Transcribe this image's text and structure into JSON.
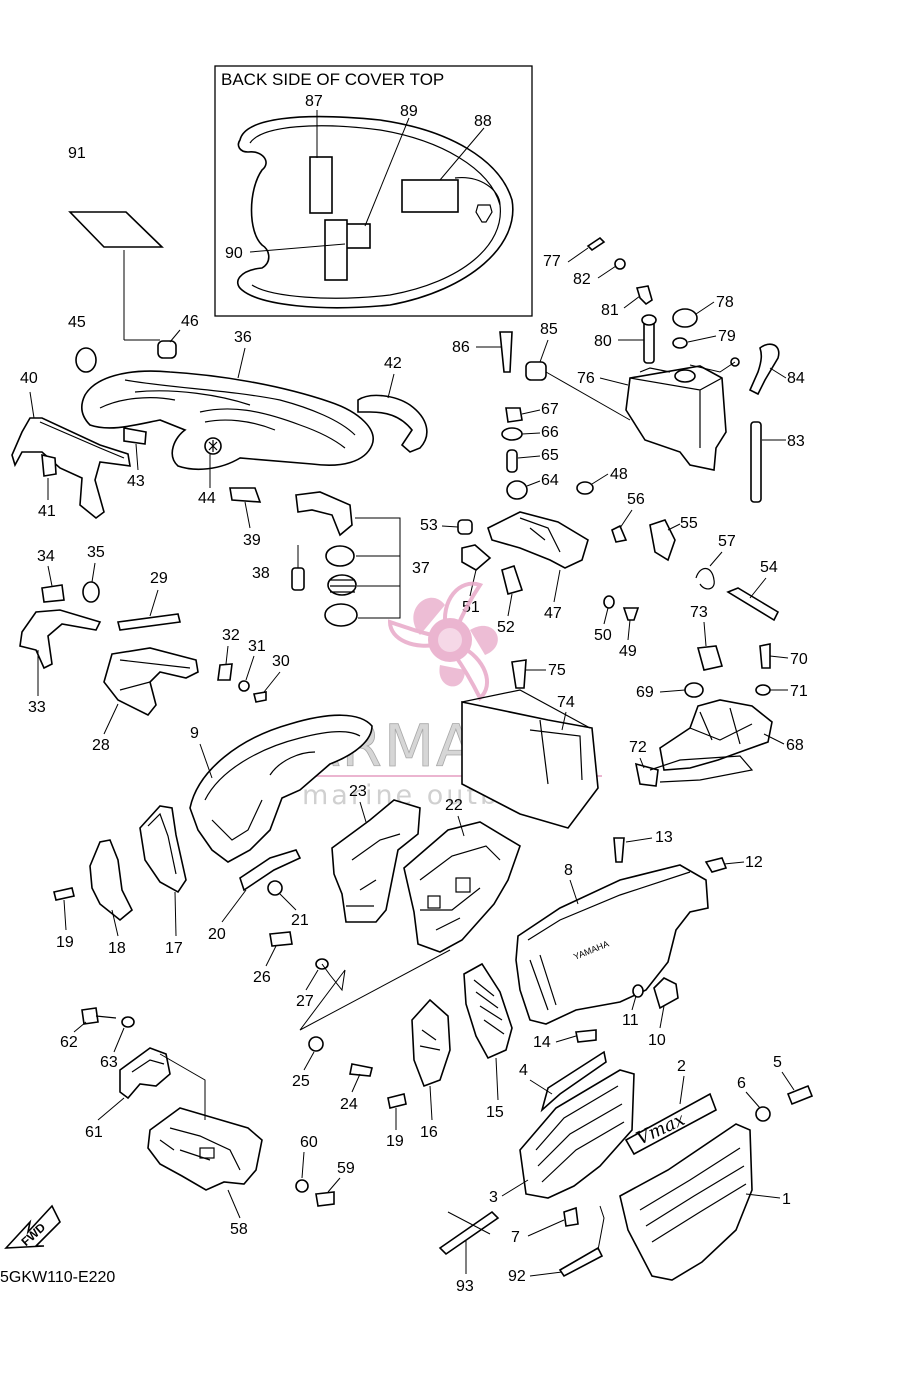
{
  "inset": {
    "title": "BACK SIDE OF COVER TOP"
  },
  "drawing_code": "5GKW110-E220",
  "fwd_arrow": "FWD",
  "watermark": {
    "brand": "ARMADA",
    "tagline": "marine outboards",
    "color": "#e8a9c8",
    "icon": "propeller-icon"
  },
  "brand_decal": "Vmax",
  "cowling_text": "YAMAHA",
  "part_numbers": {
    "p1": "1",
    "p2": "2",
    "p3": "3",
    "p4": "4",
    "p5": "5",
    "p6": "6",
    "p7": "7",
    "p8": "8",
    "p9": "9",
    "p10": "10",
    "p11": "11",
    "p12": "12",
    "p13": "13",
    "p14": "14",
    "p15": "15",
    "p16": "16",
    "p17": "17",
    "p18": "18",
    "p19a": "19",
    "p19b": "19",
    "p20": "20",
    "p21": "21",
    "p22": "22",
    "p23": "23",
    "p24": "24",
    "p25": "25",
    "p26": "26",
    "p27": "27",
    "p28": "28",
    "p29": "29",
    "p30": "30",
    "p31": "31",
    "p32": "32",
    "p33": "33",
    "p34": "34",
    "p35": "35",
    "p36": "36",
    "p37": "37",
    "p38": "38",
    "p39": "39",
    "p40": "40",
    "p41": "41",
    "p42": "42",
    "p43": "43",
    "p44": "44",
    "p45": "45",
    "p46": "46",
    "p47": "47",
    "p48": "48",
    "p49": "49",
    "p50": "50",
    "p51": "51",
    "p52": "52",
    "p53": "53",
    "p54": "54",
    "p55": "55",
    "p56": "56",
    "p57": "57",
    "p58": "58",
    "p59": "59",
    "p60": "60",
    "p61": "61",
    "p62": "62",
    "p63": "63",
    "p64": "64",
    "p65": "65",
    "p66": "66",
    "p67": "67",
    "p68": "68",
    "p69": "69",
    "p70": "70",
    "p71": "71",
    "p72": "72",
    "p73": "73",
    "p74": "74",
    "p75": "75",
    "p76": "76",
    "p77": "77",
    "p78": "78",
    "p79": "79",
    "p80": "80",
    "p81": "81",
    "p82": "82",
    "p83": "83",
    "p84": "84",
    "p85": "85",
    "p86": "86",
    "p87": "87",
    "p88": "88",
    "p89": "89",
    "p90": "90",
    "p91": "91",
    "p92": "92",
    "p93": "93"
  }
}
